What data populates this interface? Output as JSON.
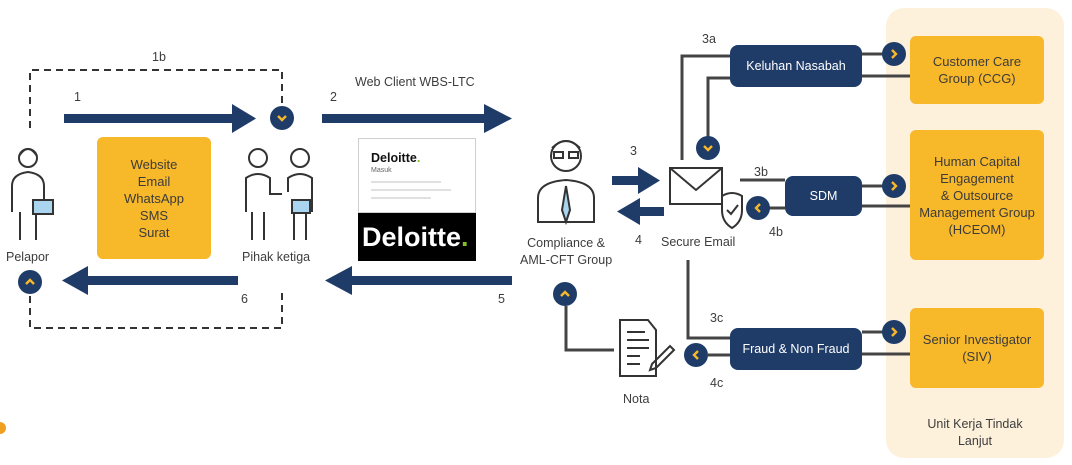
{
  "actors": {
    "pelapor": "Pelapor",
    "pihak_ketiga": "Pihak ketiga",
    "compliance": "Compliance &\nAML-CFT Group",
    "secure_email": "Secure Email",
    "nota": "Nota"
  },
  "channels_box": "Website\nEmail\nWhatsApp\nSMS\nSurat",
  "web_client_label": "Web Client WBS-LTC",
  "deloitte": {
    "brand": "Deloitte",
    "small_text": "Masuk"
  },
  "steps": {
    "s1": "1",
    "s1b": "1b",
    "s2": "2",
    "s3": "3",
    "s4": "4",
    "s5": "5",
    "s6": "6",
    "s3a": "3a",
    "s3b": "3b",
    "s4b": "4b",
    "s3c": "3c",
    "s4c": "4c"
  },
  "pills": {
    "keluhan": "Keluhan Nasabah",
    "sdm": "SDM",
    "fraud": "Fraud & Non Fraud"
  },
  "units": {
    "ccg": "Customer Care\nGroup (CCG)",
    "hceom": "Human Capital\nEngagement\n& Outsource\nManagement Group\n(HCEOM)",
    "siv": "Senior Investigator\n(SIV)"
  },
  "panel_label": "Unit Kerja Tindak\nLanjut",
  "colors": {
    "navy": "#1f3b68",
    "yellow": "#f7b829",
    "panel": "#fdf1dc",
    "green": "#86bc25"
  }
}
